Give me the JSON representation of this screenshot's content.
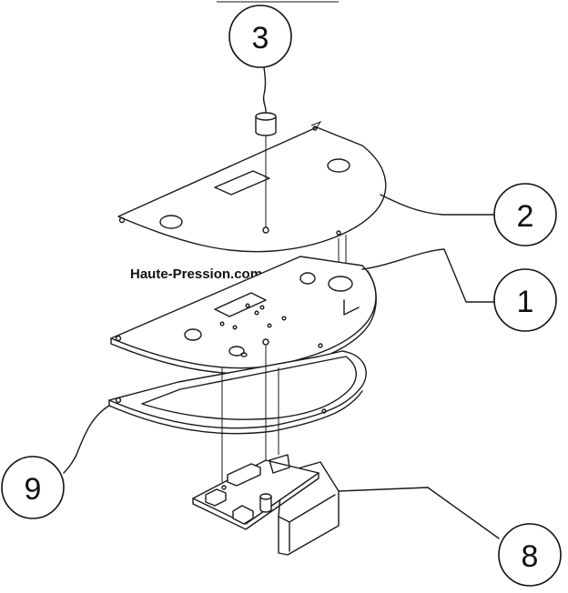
{
  "watermark": "Haute-Pression.com",
  "callouts": [
    {
      "id": "3",
      "label": "3"
    },
    {
      "id": "2",
      "label": "2"
    },
    {
      "id": "1",
      "label": "1"
    },
    {
      "id": "9",
      "label": "9"
    },
    {
      "id": "8",
      "label": "8"
    }
  ]
}
